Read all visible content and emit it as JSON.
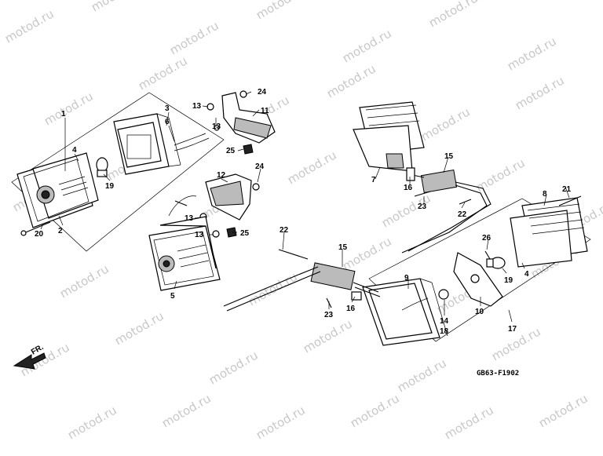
{
  "watermark": "motod.ru",
  "diagram_code": "GB63-F1902",
  "front_indicator": "FR.",
  "callouts": {
    "n1": "1",
    "n2": "2",
    "n3": "3",
    "n4a": "4",
    "n4b": "4",
    "n5": "5",
    "n6": "6",
    "n7": "7",
    "n8": "8",
    "n9": "9",
    "n10": "10",
    "n11": "11",
    "n12": "12",
    "n13a": "13",
    "n13b": "13",
    "n13c": "13",
    "n13d": "13",
    "n14": "14",
    "n15a": "15",
    "n15b": "15",
    "n16a": "16",
    "n16b": "16",
    "n17": "17",
    "n18": "18",
    "n19a": "19",
    "n19b": "19",
    "n20": "20",
    "n21": "21",
    "n22a": "22",
    "n22b": "22",
    "n23a": "23",
    "n23b": "23",
    "n24a": "24",
    "n24b": "24",
    "n25a": "25",
    "n25b": "25",
    "n26": "26"
  }
}
